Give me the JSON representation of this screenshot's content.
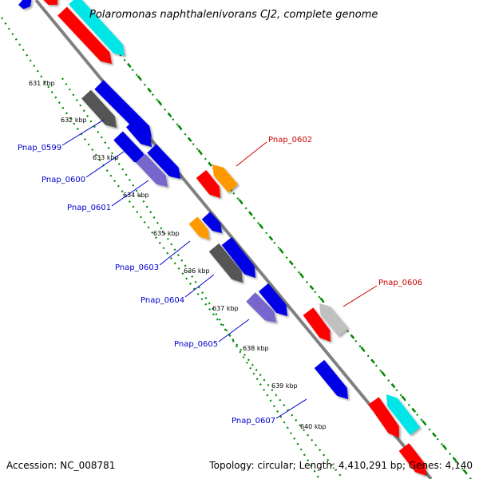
{
  "title": "Polaromonas naphthalenivorans CJ2, complete genome",
  "accession": "Accession: NC_008781",
  "summary": "Topology: circular; Length: 4,410,291 bp; Genes: 4,140",
  "kbp_ticks": [
    "631 kbp",
    "632 kbp",
    "633 kbp",
    "634 kbp",
    "635 kbp",
    "636 kbp",
    "637 kbp",
    "638 kbp",
    "639 kbp",
    "640 kbp"
  ],
  "gene_labels": [
    {
      "text": "Pnap_0599",
      "color": "#0000cc"
    },
    {
      "text": "Pnap_0600",
      "color": "#0000cc"
    },
    {
      "text": "Pnap_0601",
      "color": "#0000cc"
    },
    {
      "text": "Pnap_0602",
      "color": "#cc0000"
    },
    {
      "text": "Pnap_0603",
      "color": "#0000cc"
    },
    {
      "text": "Pnap_0604",
      "color": "#0000cc"
    },
    {
      "text": "Pnap_0605",
      "color": "#0000cc"
    },
    {
      "text": "Pnap_0606",
      "color": "#cc0000"
    },
    {
      "text": "Pnap_0607",
      "color": "#0000cc"
    }
  ],
  "colors": {
    "blue": "#0000e6",
    "red": "#ff0000",
    "cyan": "#00e6e6",
    "orange": "#ff9900",
    "dark_gray": "#555555",
    "light_gray": "#c0c0c0",
    "purple": "#7766cc",
    "backbone": "#808080",
    "dots": "#008800"
  }
}
